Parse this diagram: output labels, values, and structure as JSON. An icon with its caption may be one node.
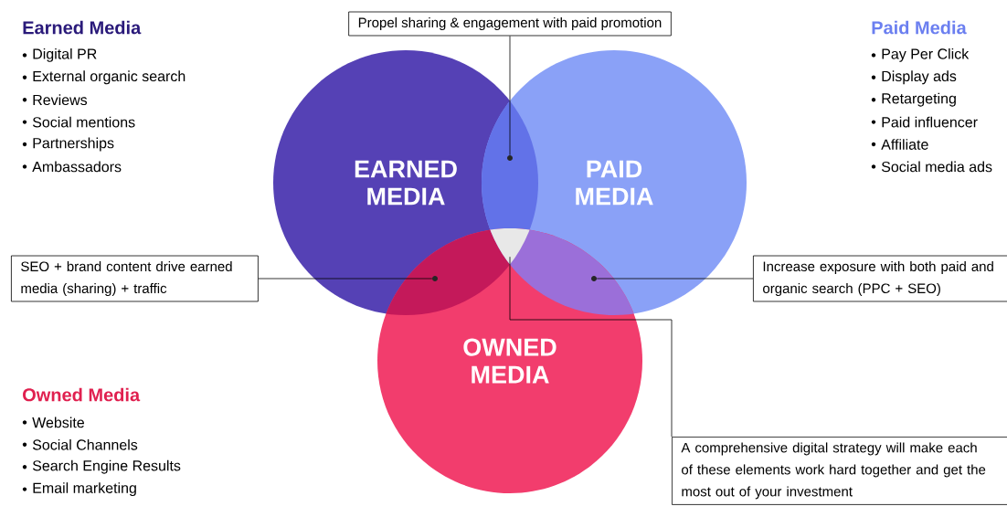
{
  "diagram": {
    "nodes": [
      {
        "text": [
          "Propel sharing & engagement with paid promotion"
        ]
      },
      {
        "text": [
          "EARNED MEDIA"
        ]
      },
      {
        "text": [
          "PAID MEDIA"
        ]
      },
      {
        "text": [
          "OWNED MEDIA"
        ]
      },
      {
        "text": [],
        "shape": "circle"
      },
      {
        "text": [
          "SEO + brand content drive earned media (sharing) + traffic"
        ]
      },
      {
        "text": [],
        "shape": "circle"
      },
      {
        "text": [
          "Increase exposure with both paid and organic search (PPC + SEO)"
        ]
      },
      {
        "text": [],
        "shape": "circle"
      },
      {
        "text": [
          "A comprehensive digital strategy will make each of these elements work hard together and get the most out of your investment"
        ]
      },
      {
        "text": [],
        "shape": "triangle"
      }
    ],
    "edges": [
      {
        "from": 0,
        "to": 4,
        "arrow": "none"
      },
      {
        "from": 5,
        "to": 6,
        "arrow": "none"
      },
      {
        "from": 7,
        "to": 8,
        "arrow": "none"
      },
      {
        "from": 9,
        "to": 10,
        "arrow": "none"
      }
    ],
    "labels": [
      "Earned Media",
      "Digital PR",
      "External organic search",
      "Reviews",
      "Social mentions",
      "Partnerships",
      "Ambassadors",
      "Paid Media",
      "Pay Per Click",
      "Display ads",
      "Retargeting",
      "Paid influencer",
      "Affiliate",
      "Social media ads",
      "Owned Media",
      "Website",
      "Social Channels",
      "Search Engine Results",
      "Email marketing"
    ]
  }
}
